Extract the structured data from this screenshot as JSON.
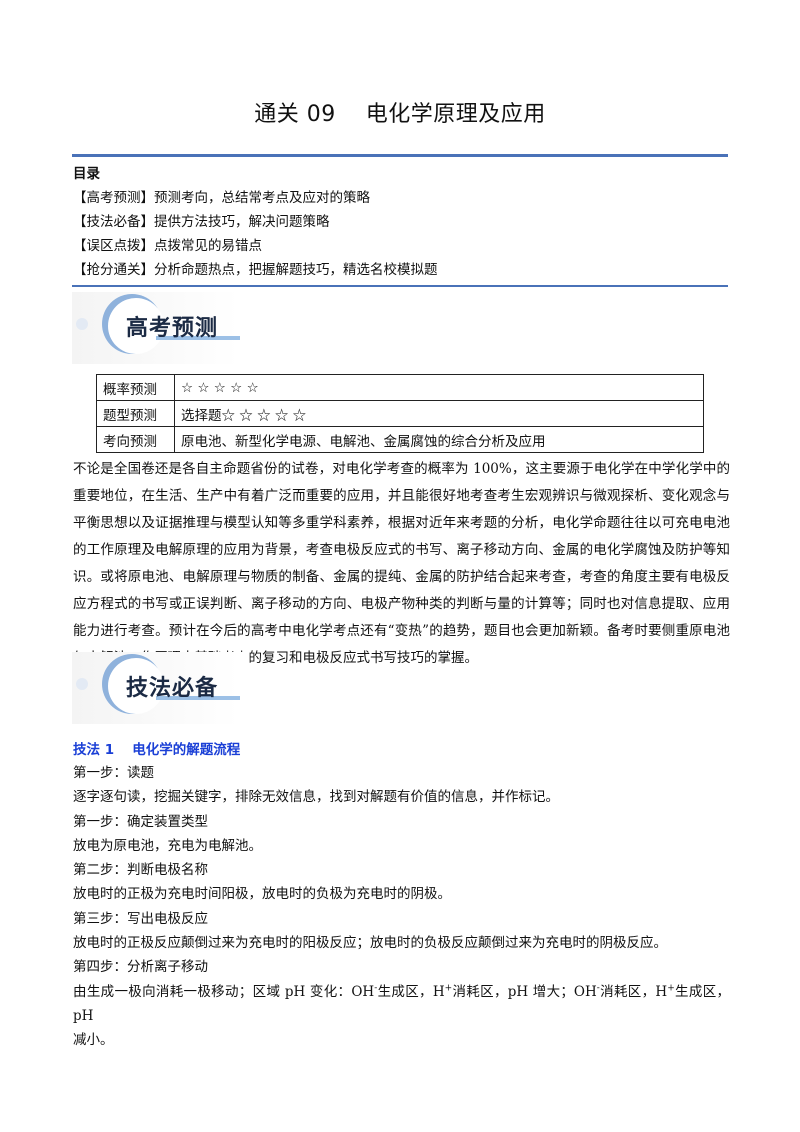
{
  "title": "通关 09　 电化学原理及应用",
  "toc": {
    "heading": "目录",
    "items": [
      {
        "tag": "【高考预测】",
        "text": "预测考向，总结常考点及应对的策略"
      },
      {
        "tag": "【技法必备】",
        "text": "提供方法技巧，解决问题策略"
      },
      {
        "tag": "【误区点拨】",
        "text": "点拨常见的易错点"
      },
      {
        "tag": "【抢分通关】",
        "text": "分析命题热点，把握解题技巧，精选名校模拟题"
      }
    ]
  },
  "sections": {
    "forecast_banner": "高考预测",
    "skills_banner": "技法必备"
  },
  "table": [
    {
      "label": "概率预测",
      "value": "☆ ☆ ☆ ☆ ☆"
    },
    {
      "label": "题型预测",
      "value": "选择题☆ ☆ ☆ ☆ ☆"
    },
    {
      "label": "考向预测",
      "value": "原电池、新型化学电源、电解池、金属腐蚀的综合分析及应用"
    }
  ],
  "intro_paragraph": "不论是全国卷还是各自主命题省份的试卷，对电化学考查的概率为 100%，这主要源于电化学在中学化学中的重要地位，在生活、生产中有着广泛而重要的应用，并且能很好地考查考生宏观辨识与微观探析、变化观念与平衡思想以及证据推理与模型认知等多重学科素养，根据对近年来考题的分析，电化学命题往往以可充电电池的工作原理及电解原理的应用为背景，考查电极反应式的书写、离子移动方向、金属的电化学腐蚀及防护等知识。或将原电池、电解原理与物质的制备、金属的提纯、金属的防护结合起来考查，考查的角度主要有电极反应方程式的书写或正误判断、离子移动的方向、电极产物种类的判断与量的计算等；同时也对信息提取、应用能力进行考查。预计在今后的高考中电化学考点还有“变热”的趋势，题目也会更加新颖。备考时要侧重原电池与电解池工作原理中基础考点的复习和电极反应式书写技巧的掌握。",
  "technique_title": "技法 1　 电化学的解题流程",
  "steps": {
    "s1_head": "第一步：读题",
    "s1_body": "逐字逐句读，挖掘关键字，排除无效信息，找到对解题有价值的信息，并作标记。",
    "s2_head": "第一步：确定装置类型",
    "s2_body": "放电为原电池，充电为电解池。",
    "s3_head": "第二步：判断电极名称",
    "s3_body": "放电时的正极为充电时间阳极，放电时的负极为充电时的阴极。",
    "s4_head": "第三步：写出电极反应",
    "s4_body": "放电时的正极反应颠倒过来为充电时的阳极反应；放电时的负极反应颠倒过来为充电时的阴极反应。",
    "s5_head": "第四步：分析离子移动",
    "s5_body_a": "由生成一极向消耗一极移动；区域 pH 变化：OH",
    "s5_sup1": "-",
    "s5_body_b": "生成区，H",
    "s5_sup2": "+",
    "s5_body_c": "消耗区，pH 增大；OH",
    "s5_sup3": "-",
    "s5_body_d": "消耗区，H",
    "s5_sup4": "+",
    "s5_body_e": "生成区，pH",
    "s5_body_f": "减小。"
  }
}
